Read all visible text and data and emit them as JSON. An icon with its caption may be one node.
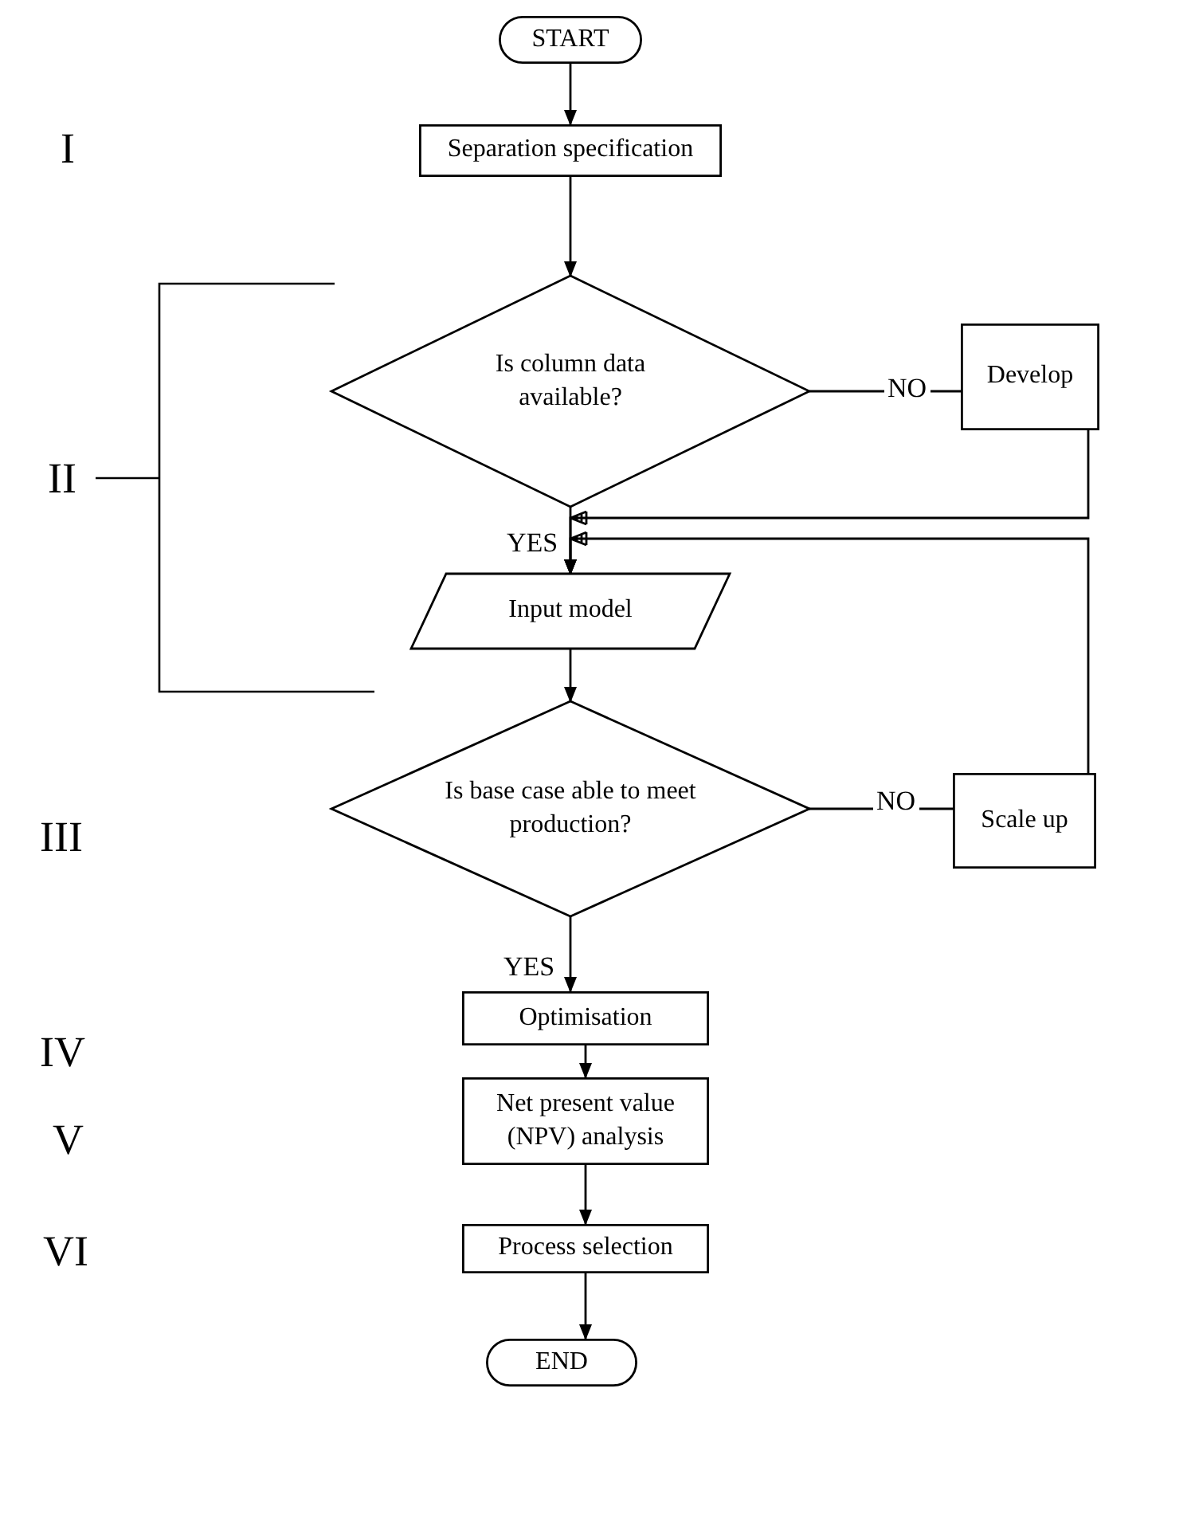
{
  "diagram": {
    "nodes": [
      {
        "text": [
          "START"
        ]
      },
      {
        "text": [
          "Separation specification"
        ]
      },
      {
        "text": [
          "Is column data available?"
        ]
      },
      {
        "text": [
          "Develop"
        ]
      },
      {
        "text": [
          "Input model"
        ]
      },
      {
        "text": [
          "Is base case able to meet production?"
        ]
      },
      {
        "text": [
          "Scale up"
        ]
      },
      {
        "text": [
          "Optimisation"
        ]
      },
      {
        "text": [
          "Net present value (NPV) analysis"
        ]
      },
      {
        "text": [
          "Process selection"
        ]
      },
      {
        "text": [
          "END"
        ]
      }
    ],
    "edges": [
      {
        "from": 0,
        "to": 1,
        "arrow": "to"
      },
      {
        "from": 1,
        "to": 2,
        "arrow": "to"
      },
      {
        "from": 2,
        "to": 3,
        "arrow": "none",
        "label": "NO"
      },
      {
        "from": 2,
        "to": 4,
        "arrow": "to",
        "label": "YES"
      },
      {
        "from": 3,
        "to": 4,
        "arrow": "to"
      },
      {
        "from": 6,
        "to": 4,
        "arrow": "to"
      },
      {
        "from": 4,
        "to": 5,
        "arrow": "to"
      },
      {
        "from": 5,
        "to": 6,
        "arrow": "none",
        "label": "NO"
      },
      {
        "from": 5,
        "to": 7,
        "arrow": "to",
        "label": "YES"
      },
      {
        "from": 7,
        "to": 8,
        "arrow": "to"
      },
      {
        "from": 8,
        "to": 9,
        "arrow": "to"
      },
      {
        "from": 9,
        "to": 10,
        "arrow": "to"
      }
    ],
    "labels": [
      "I",
      "II",
      "III",
      "IV",
      "V",
      "VI"
    ]
  }
}
